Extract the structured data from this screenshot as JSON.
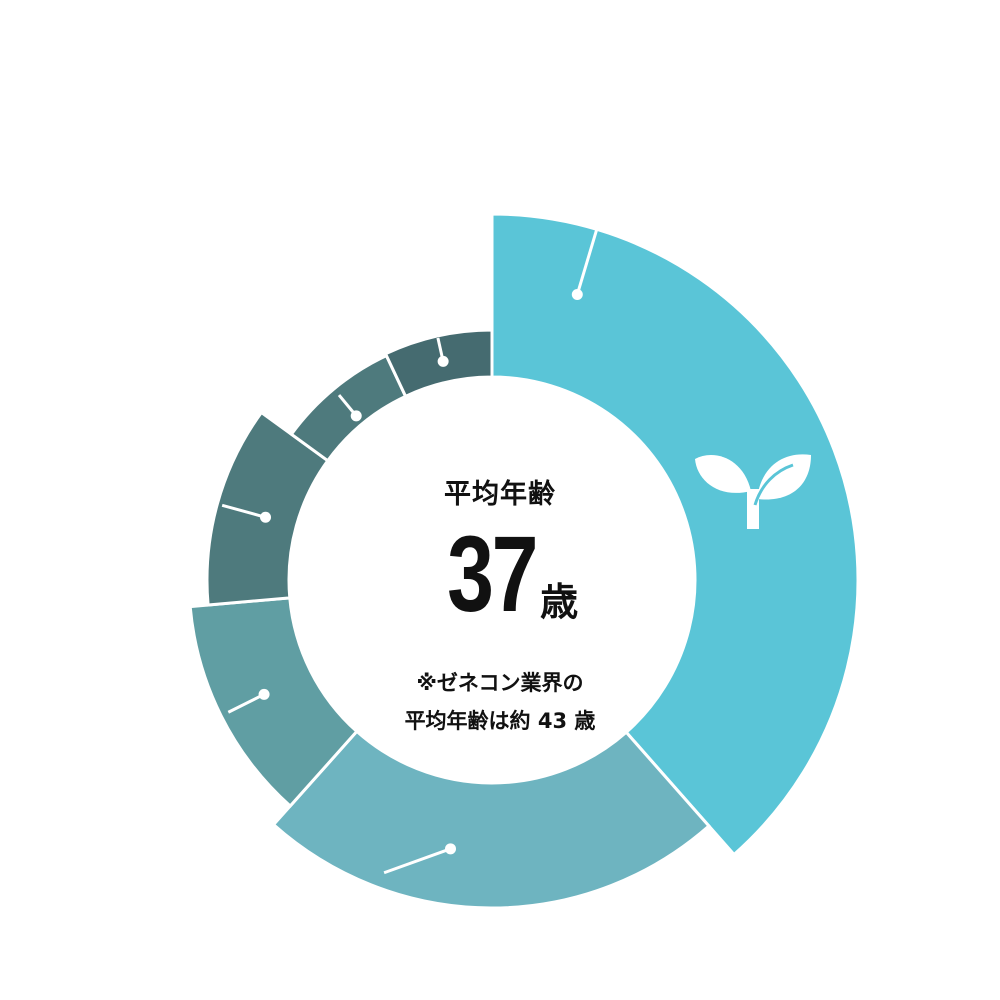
{
  "center": {
    "title": "平均年齢",
    "value": "37",
    "unit": "歳",
    "note_line1": "※ゼネコン業界の",
    "note_line2": "平均年齢は約 43 歳"
  },
  "chart_data": {
    "type": "pie",
    "title": "平均年齢",
    "slices": [
      {
        "value": 38.5,
        "color": "#5ac5d7",
        "icon": "sprout-icon"
      },
      {
        "value": 23.1,
        "color": "#6eb4c0"
      },
      {
        "value": 12.0,
        "color": "#609ea3"
      },
      {
        "value": 11.4,
        "color": "#4e7a7d"
      },
      {
        "value": 8.0,
        "color": "#4e7a7d"
      },
      {
        "value": 7.0,
        "color": "#456b70"
      }
    ]
  }
}
